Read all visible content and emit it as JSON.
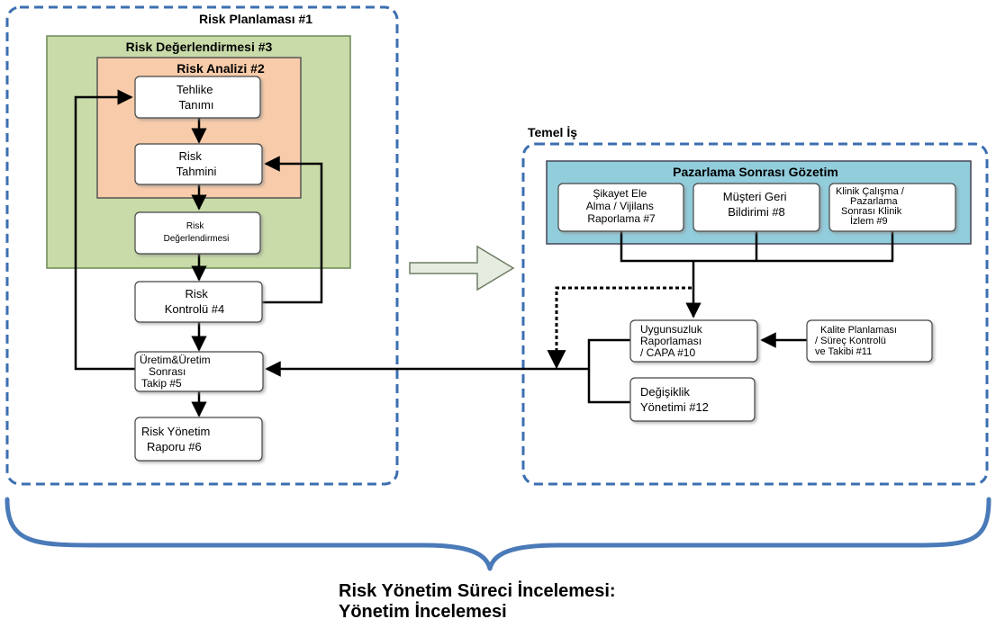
{
  "regions": {
    "risk_planning": "Risk Planlaması  #1",
    "risk_evaluation": "Risk Değerlendirmesi #3",
    "risk_analysis": "Risk Analizi #2",
    "core_business": "Temel İş",
    "post_market": "Pazarlama Sonrası Gözetim"
  },
  "nodes": {
    "hazard_id": [
      "Tehlike",
      "Tanımı"
    ],
    "risk_estimation": [
      "Risk",
      "Tahmini"
    ],
    "risk_assessment": [
      "Risk",
      "Değerlendirmesi"
    ],
    "risk_control": [
      "Risk",
      "Kontrolü #4"
    ],
    "production_followup": [
      "Üretim&Üretim",
      "Sonrası",
      "Takip #5"
    ],
    "risk_report": [
      "Risk Yönetim",
      "Raporu #6"
    ],
    "complaint_vigilance": [
      "Şikayet Ele",
      "Alma / Vijilans",
      "Raporlama #7"
    ],
    "customer_feedback": [
      "Müşteri Geri",
      "Bildirimi #8"
    ],
    "clinical_followup": [
      "Klinik Çalışma /",
      "Pazarlama",
      "Sonrası Klinik",
      "İzlem #9"
    ],
    "nonconformity_capa": [
      "Uygunsuzluk",
      "Raporlaması",
      "/ CAPA #10"
    ],
    "quality_planning": [
      "Kalite Planlaması",
      "/ Süreç Kontrolü",
      "ve Takibi #11"
    ],
    "change_management": [
      "Değişiklik",
      "Yönetimi #12"
    ]
  },
  "footer": {
    "line1": "Risk Yönetim Süreci İncelemesi:",
    "line2": "Yönetim İncelemesi"
  },
  "colors": {
    "dashed_border": "#3c6fb0",
    "evaluation_fill": "#c8dba8",
    "analysis_fill": "#f8ccaa",
    "postmarket_fill": "#92cddc",
    "brace": "#4a7ab8",
    "arrow_fill": "#e6ece0"
  }
}
